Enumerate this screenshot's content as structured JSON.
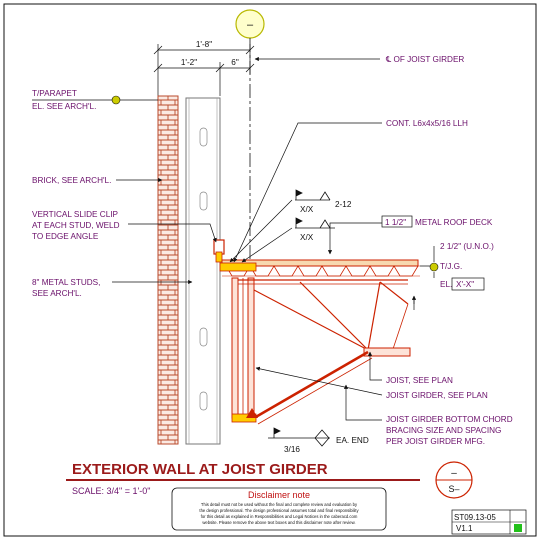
{
  "grid_bubble": "–",
  "dimensions": {
    "overall": "1'-8\"",
    "left": "1'-2\"",
    "right": "6\""
  },
  "labels": {
    "parapet_line1": "T/PARAPET",
    "parapet_line2": "EL. SEE ARCH'L.",
    "brick": "BRICK, SEE ARCH'L.",
    "clip_line1": "VERTICAL SLIDE CLIP",
    "clip_line2": "AT EACH STUD, WELD",
    "clip_line3": "TO EDGE ANGLE",
    "studs_line1": "8\" METAL STUDS,",
    "studs_line2": "SEE ARCH'L.",
    "cl_joist_girder": "℄ OF JOIST GIRDER",
    "cont_angle": "CONT. L6x4x5/16 LLH",
    "deck_size": "1 1/2\"",
    "deck_text": "METAL ROOF DECK",
    "deck_depth": "2 1/2\" (U.N.O.)",
    "tjg": "T/J.G.",
    "el_prefix": "EL.",
    "el_value": "X'-X\"",
    "joist": "JOIST, SEE PLAN",
    "joist_girder": "JOIST GIRDER, SEE PLAN",
    "chord_line1": "JOIST GIRDER BOTTOM CHORD",
    "chord_line2": "BRACING SIZE AND SPACING",
    "chord_line3": "PER JOIST GIRDER MFG."
  },
  "welds": {
    "upper_size": "X/X",
    "upper_spacing": "2-12",
    "lower_size": "X/X",
    "bottom_size": "3/16",
    "bottom_note": "EA. END"
  },
  "title": {
    "name": "EXTERIOR WALL AT JOIST GIRDER",
    "scale": "SCALE: 3/4\" = 1'-0\"",
    "bubble_top": "–",
    "bubble_bottom": "S–"
  },
  "disclaimer": {
    "heading": "Disclaimer note",
    "line1": "This detail must not be used without the final and complete review and evaluation by",
    "line2": "the design professional. The design professional assumes total and final responsibility",
    "line3": "for this detail as explained in Responsibilities and Legal Notices in the caberacd.com",
    "line4": "website. Please remove the above text boxes and this disclaimer note after review."
  },
  "reference": {
    "number": "ST09.13-05",
    "version": "V1.1"
  },
  "colors": {
    "purple": "#6a0f6a",
    "red": "#cc2200",
    "brick": "#b94a2c",
    "title": "#9b1a1a",
    "badge": "#22c01a"
  }
}
